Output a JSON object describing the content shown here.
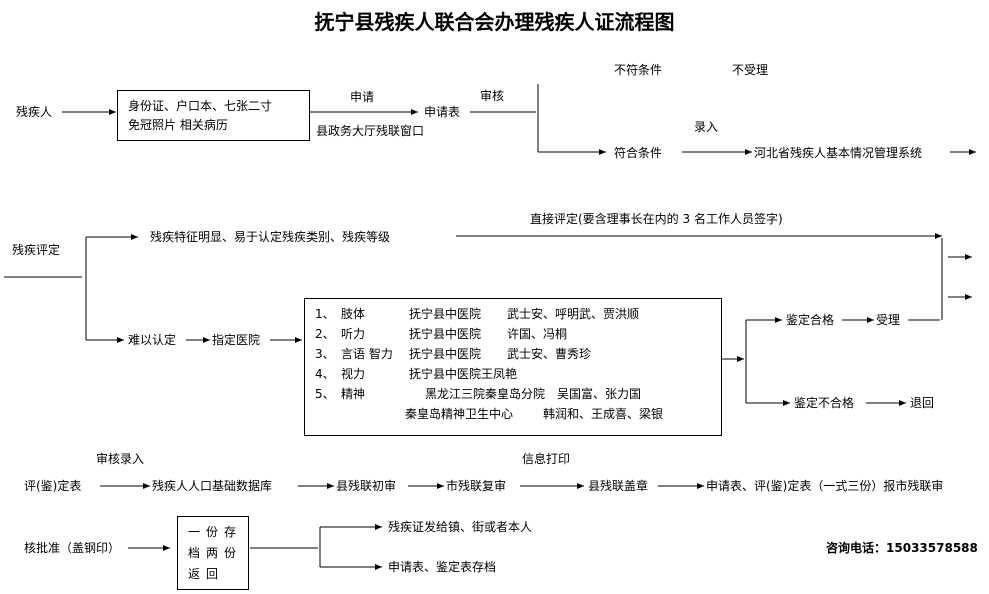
{
  "title": "抚宁县残疾人联合会办理残疾人证流程图",
  "row1": {
    "applicant": "残疾人",
    "documents_line1": "身份证、户口本、七张二寸",
    "documents_line2": "免冠照片 相关病历",
    "apply_label": "申请",
    "window_label": "县政务大厅残联窗口",
    "form": "申请表",
    "review_label": "审核",
    "not_eligible": "不符条件",
    "not_accepted": "不受理",
    "eligible": "符合条件",
    "entry_label": "录入",
    "system": "河北省残疾人基本情况管理系统"
  },
  "row2": {
    "assessment": "残疾评定",
    "obvious": "残疾特征明显、易于认定残疾类别、残疾等级",
    "direct": "直接评定(要含理事长在内的 3 名工作人员签字)",
    "difficult": "难以认定",
    "designated": "指定医院",
    "hospitals": [
      {
        "num": "1、",
        "type": "肢体",
        "hospital": "抚宁县中医院",
        "doctors": "武士安、呼明武、贾洪顺"
      },
      {
        "num": "2、",
        "type": "听力",
        "hospital": "抚宁县中医院",
        "doctors": "许国、冯桐"
      },
      {
        "num": "3、",
        "type": "言语  智力",
        "hospital": "抚宁县中医院",
        "doctors": "武士安、曹秀珍"
      },
      {
        "num": "4、",
        "type": "视力",
        "hospital": "抚宁县中医院王凤艳",
        "doctors": ""
      },
      {
        "num": "5、",
        "type": "精神",
        "hospital": "黑龙江三院秦皇岛分院",
        "doctors": "吴国富、张力国"
      },
      {
        "num": "",
        "type": "",
        "hospital": "秦皇岛精神卫生中心",
        "doctors": "韩润和、王成喜、梁银"
      }
    ],
    "pass": "鉴定合格",
    "accept": "受理",
    "fail": "鉴定不合格",
    "return": "退回"
  },
  "row3": {
    "review_entry": "审核录入",
    "print_label": "信息打印",
    "form_table": "评(鉴)定表",
    "database": "残疾人人口基础数据库",
    "county_review": "县残联初审",
    "city_review": "市残联复审",
    "stamp": "县残联盖章",
    "report": "申请表、评(鉴)定表（一式三份）报市残联审"
  },
  "row4": {
    "approve": "核批准（盖钢印）",
    "copies_line1": "一份存",
    "copies_line2": "档两份",
    "copies_line3": "返回",
    "issue": "残疾证发给镇、街或者本人",
    "archive": "申请表、鉴定表存档",
    "contact_label": "咨询电话：",
    "contact_phone": "15033578588"
  }
}
